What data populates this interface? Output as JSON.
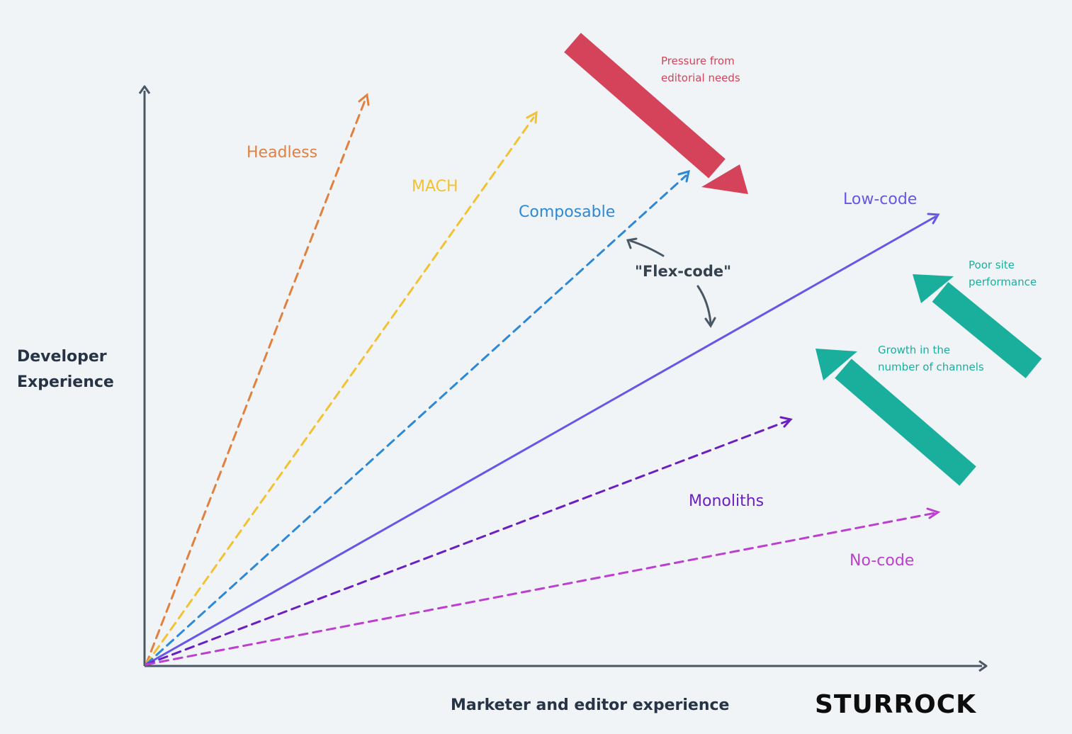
{
  "axes": {
    "y_label_line1": "Developer",
    "y_label_line2": "Experience",
    "x_label": "Marketer and editor experience"
  },
  "categories": {
    "headless": "Headless",
    "mach": "MACH",
    "composable": "Composable",
    "low_code": "Low-code",
    "monoliths": "Monoliths",
    "no_code": "No-code"
  },
  "annotations": {
    "flex_code": "\"Flex-code\"",
    "pressure_line1": "Pressure from",
    "pressure_line2": "editorial needs",
    "poor_line1": "Poor site",
    "poor_line2": "performance",
    "growth_line1": "Growth in the",
    "growth_line2": "number of channels"
  },
  "brand": "STURROCK",
  "colors": {
    "axis": "#4a5866",
    "headless": "#e2813f",
    "mach": "#f1c232",
    "composable": "#2d88d6",
    "low_code": "#6557e8",
    "monoliths": "#6b1fc2",
    "no_code": "#bc3fd0",
    "pressure": "#d4435a",
    "teal": "#1aaf9c",
    "dark_text": "#263445"
  }
}
